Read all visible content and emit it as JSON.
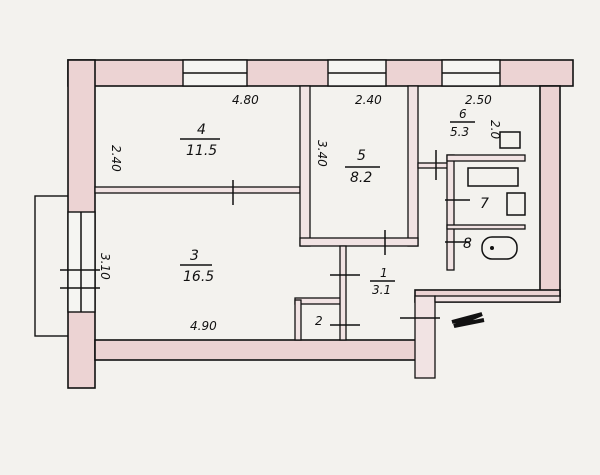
{
  "plan": {
    "rooms": [
      {
        "number": "4",
        "area": "11.5"
      },
      {
        "number": "5",
        "area": "8.2"
      },
      {
        "number": "6",
        "area": "5.3"
      },
      {
        "number": "3",
        "area": "16.5"
      },
      {
        "number": "1",
        "area": "3.1"
      },
      {
        "number": "2"
      },
      {
        "number": "7"
      },
      {
        "number": "8"
      }
    ],
    "dimensions": {
      "room4_width": "4.80",
      "room4_height": "2.40",
      "room5_width": "2.40",
      "room5_height": "3.40",
      "room6_width": "2.50",
      "room6_height": "2.0",
      "room3_height": "3.10",
      "room3_width": "4.90"
    },
    "colors": {
      "wall": "#ecd3d3",
      "ink": "#111111",
      "paper": "#f3f2ee"
    }
  }
}
